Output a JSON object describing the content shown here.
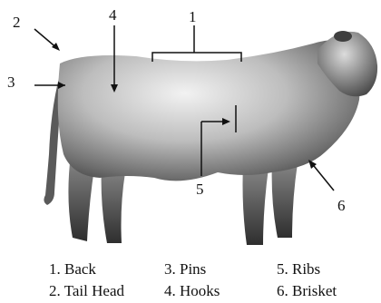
{
  "callouts": [
    "1",
    "2",
    "3",
    "4",
    "5",
    "6"
  ],
  "legend": [
    [
      "1. Back",
      "3. Pins",
      "5. Ribs"
    ],
    [
      "2. Tail Head",
      "4. Hooks",
      "6. Brisket"
    ]
  ]
}
